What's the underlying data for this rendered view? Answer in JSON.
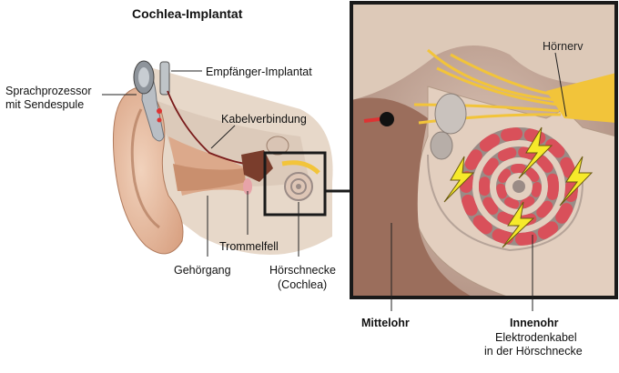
{
  "title": "Cochlea-Implantat",
  "labels": {
    "sprachprozessor": "Sprachprozessor",
    "sendespule": "mit Sendespule",
    "empfaenger": "Empfänger-Implantat",
    "kabel": "Kabelverbindung",
    "trommelfell": "Trommelfell",
    "gehoergang": "Gehörgang",
    "hoerschnecke": "Hörschnecke",
    "cochlea": "(Cochlea)",
    "hoernerv": "Hörnerv",
    "mittelohr": "Mittelohr",
    "innenohr": "Innenohr",
    "elektrodenkabel": "Elektrodenkabel",
    "in_der": "in der Hörschnecke"
  },
  "colors": {
    "skin": "#e9c3a8",
    "skin_dark": "#c98f6e",
    "bone": "#e6d6c6",
    "inner_bg": "#c4a897",
    "cochlea_gray": "#9a8b86",
    "electrode_red": "#d9505a",
    "nerve_yellow": "#f2c43a",
    "bolt_yellow": "#f6ea2a",
    "frame": "#1a1a1a"
  }
}
